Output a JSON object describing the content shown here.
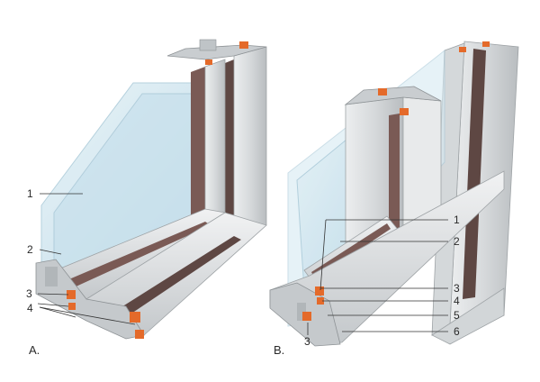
{
  "panels": [
    {
      "letter": "A.",
      "callouts": [
        "1",
        "2",
        "3",
        "4"
      ]
    },
    {
      "letter": "B.",
      "callouts": [
        "1",
        "2",
        "3",
        "4",
        "5",
        "6",
        "3"
      ]
    }
  ],
  "colors": {
    "aluminium": "#d9dcde",
    "aluminium_dark": "#aeb3b6",
    "glass": "#cfe4ee",
    "thermal_break": "#7a5a55",
    "gasket": "#e46a2a",
    "leader": "#333333"
  }
}
